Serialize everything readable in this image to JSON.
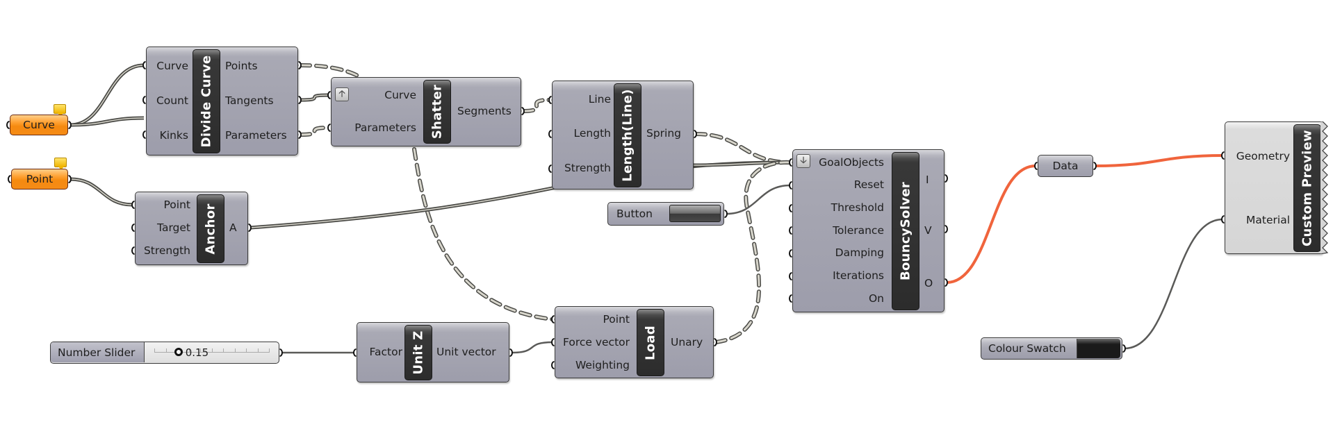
{
  "canvas": {
    "wire_colors": {
      "normal": "#4a4a46",
      "normal_fill": "#d8d6cc",
      "selected": "#f0643c"
    }
  },
  "params": {
    "curve": {
      "label": "Curve"
    },
    "point": {
      "label": "Point"
    },
    "data": {
      "label": "Data"
    },
    "button": {
      "label": "Button"
    },
    "colour_swatch": {
      "label": "Colour Swatch",
      "color": "#1a1a1a"
    },
    "number_slider": {
      "label": "Number Slider",
      "value": "0.15",
      "value_fraction": 0.15
    }
  },
  "components": {
    "divide_curve": {
      "nickname": "Divide Curve",
      "inputs": [
        "Curve",
        "Count",
        "Kinks"
      ],
      "outputs": [
        "Points",
        "Tangents",
        "Parameters"
      ]
    },
    "shatter": {
      "nickname": "Shatter",
      "inputs": [
        "Curve",
        "Parameters"
      ],
      "outputs": [
        "Segments"
      ],
      "corner_icon": "arrow-up-icon",
      "corner_glyph": "🡡"
    },
    "length_line": {
      "nickname": "Length(Line)",
      "inputs": [
        "Line",
        "Length",
        "Strength"
      ],
      "outputs": [
        "Spring"
      ]
    },
    "anchor": {
      "nickname": "Anchor",
      "inputs": [
        "Point",
        "Target",
        "Strength"
      ],
      "outputs": [
        "A"
      ]
    },
    "bouncy_solver": {
      "nickname": "BouncySolver",
      "inputs": [
        "GoalObjects",
        "Reset",
        "Threshold",
        "Tolerance",
        "Damping",
        "Iterations",
        "On"
      ],
      "outputs": [
        "I",
        "V",
        "O"
      ],
      "corner_icon": "arrow-down-icon",
      "corner_glyph": "🡣"
    },
    "custom_preview": {
      "nickname": "Custom Preview",
      "inputs": [
        "Geometry",
        "Material"
      ],
      "outputs": []
    },
    "unit_z": {
      "nickname": "Unit Z",
      "inputs": [
        "Factor"
      ],
      "outputs": [
        "Unit vector"
      ]
    },
    "load": {
      "nickname": "Load",
      "inputs": [
        "Point",
        "Force vector",
        "Weighting"
      ],
      "outputs": [
        "Unary"
      ]
    }
  }
}
